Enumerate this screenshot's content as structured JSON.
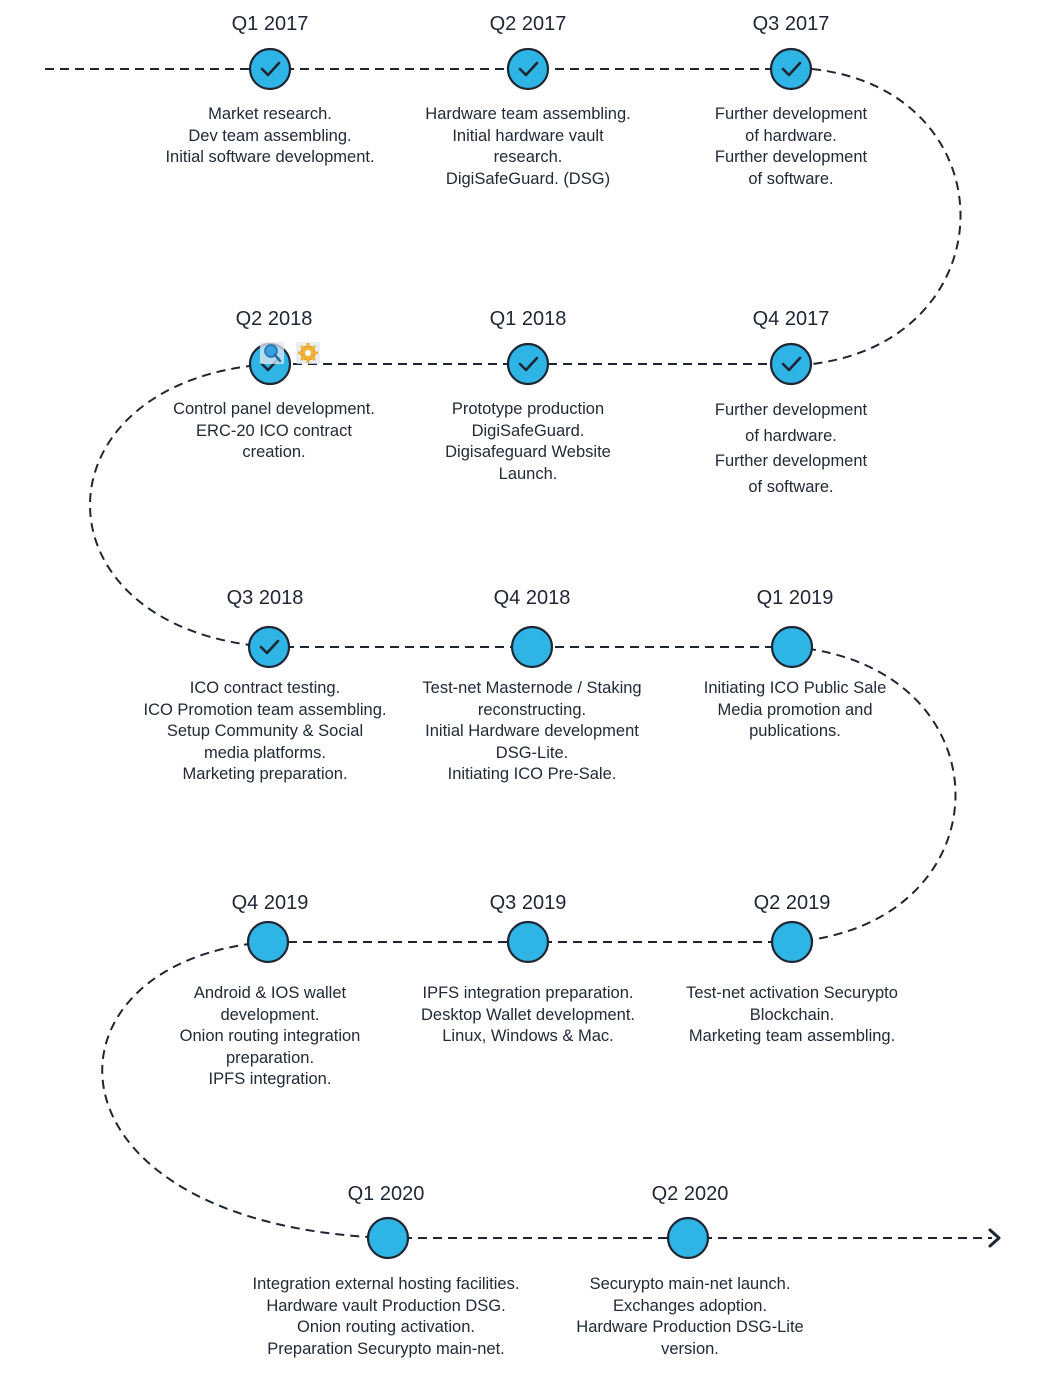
{
  "timeline": {
    "colors": {
      "node_fill": "#2fb4e6",
      "node_stroke": "#1f2633",
      "path": "#1f2633",
      "text": "#1f2633"
    },
    "milestones": [
      {
        "quarter": "Q1 2017",
        "done": true,
        "lines": [
          "Market research.",
          "Dev team assembling.",
          "Initial software development."
        ]
      },
      {
        "quarter": "Q2 2017",
        "done": true,
        "lines": [
          "Hardware team assembling.",
          "Initial hardware vault",
          "research.",
          "DigiSafeGuard. (DSG)"
        ]
      },
      {
        "quarter": "Q3 2017",
        "done": true,
        "lines": [
          "Further development",
          "of  hardware.",
          "Further development",
          "of software."
        ]
      },
      {
        "quarter": "Q4 2017",
        "done": true,
        "lines": [
          "Further development",
          "of  hardware.",
          "Further development",
          "of software."
        ]
      },
      {
        "quarter": "Q1 2018",
        "done": true,
        "lines": [
          "Prototype production",
          "DigiSafeGuard.",
          "Digisafeguard Website",
          "Launch."
        ]
      },
      {
        "quarter": "Q2 2018",
        "done": true,
        "lines": [
          "Control panel development.",
          "ERC-20 ICO contract",
          "creation."
        ]
      },
      {
        "quarter": "Q3 2018",
        "done": true,
        "lines": [
          "ICO contract testing.",
          "ICO Promotion team assembling.",
          "Setup Community & Social",
          "media platforms.",
          "Marketing preparation."
        ]
      },
      {
        "quarter": "Q4 2018",
        "done": false,
        "lines": [
          "Test-net Masternode / Staking",
          "reconstructing.",
          "Initial Hardware development",
          "DSG-Lite.",
          "Initiating ICO Pre-Sale."
        ]
      },
      {
        "quarter": "Q1 2019",
        "done": false,
        "lines": [
          "Initiating ICO Public Sale",
          "Media promotion and",
          "publications."
        ]
      },
      {
        "quarter": "Q2 2019",
        "done": false,
        "lines": [
          "Test-net activation Securypto",
          "Blockchain.",
          "Marketing team assembling."
        ]
      },
      {
        "quarter": "Q3 2019",
        "done": false,
        "lines": [
          "IPFS integration preparation.",
          "Desktop Wallet development.",
          "Linux, Windows & Mac."
        ]
      },
      {
        "quarter": "Q4 2019",
        "done": false,
        "lines": [
          "Android & IOS wallet",
          "development.",
          "Onion routing integration",
          "preparation.",
          "IPFS integration."
        ]
      },
      {
        "quarter": "Q1 2020",
        "done": false,
        "lines": [
          "Integration external hosting facilities.",
          "Hardware vault Production DSG.",
          "Onion routing activation.",
          "Preparation Securypto main-net."
        ]
      },
      {
        "quarter": "Q2 2020",
        "done": false,
        "lines": [
          "Securypto main-net launch.",
          "Exchanges adoption.",
          "Hardware Production DSG-Lite",
          "version."
        ]
      }
    ],
    "overlay_icons": [
      "search-icon",
      "gear-icon"
    ]
  }
}
